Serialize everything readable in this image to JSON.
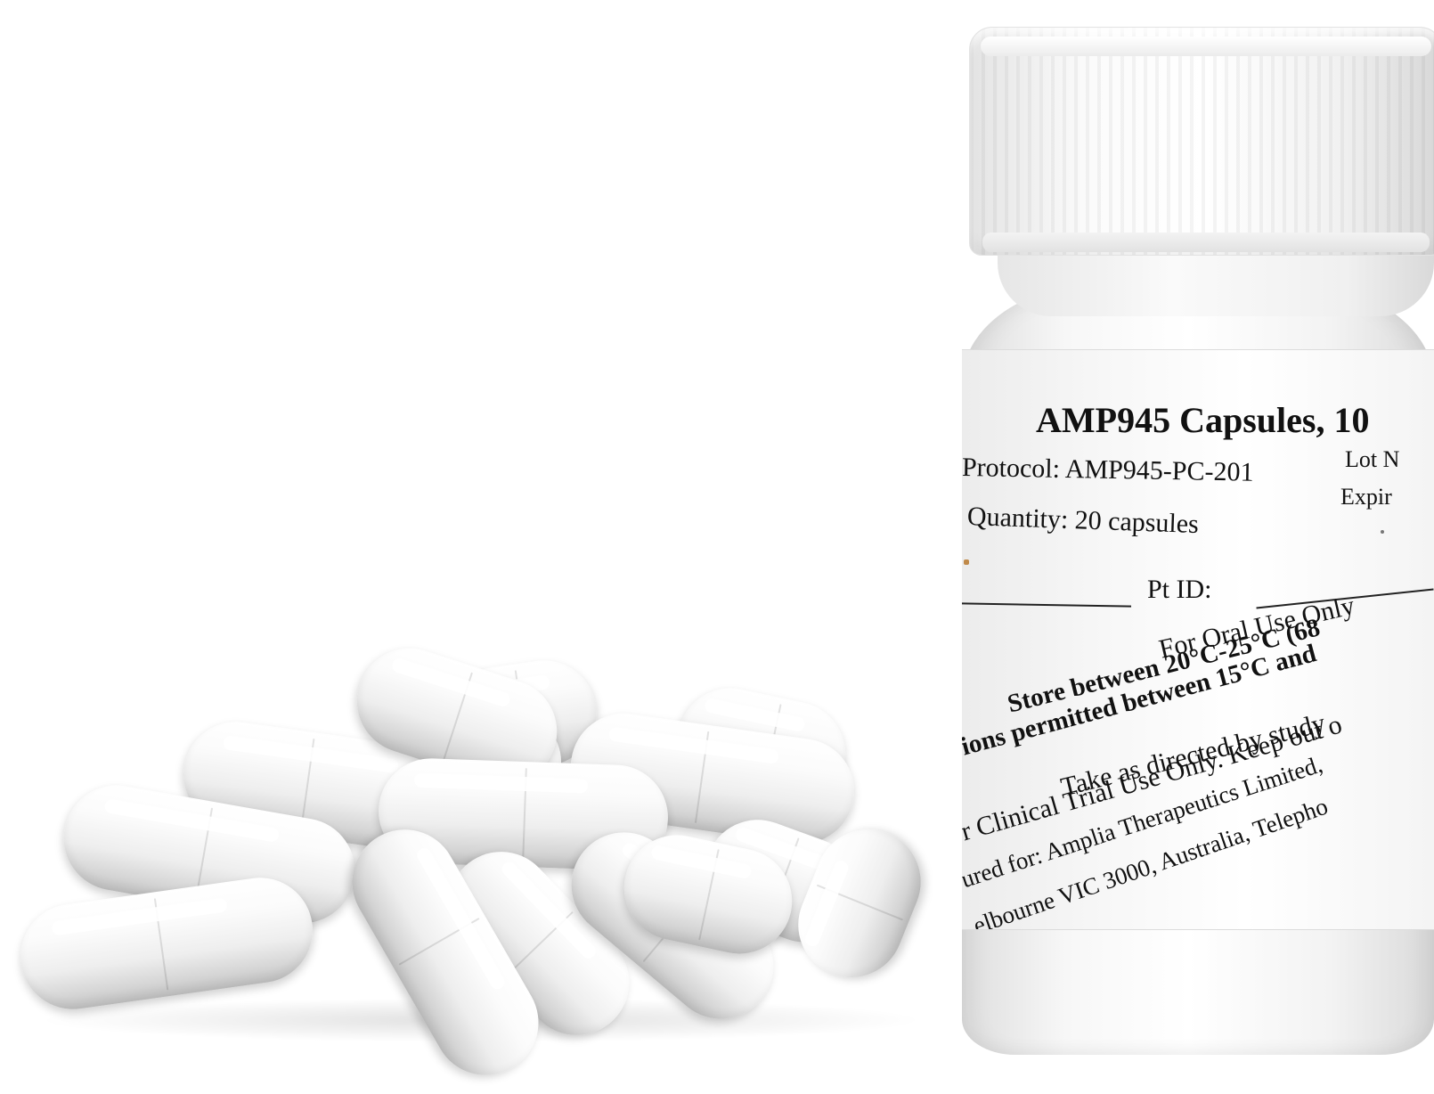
{
  "label": {
    "title": "AMP945 Capsules, 10",
    "protocol": "Protocol: AMP945-PC-201",
    "lot": "Lot N",
    "quantity": "Quantity: 20 capsules",
    "expiry": "Expir",
    "pt_id": "Pt ID:",
    "oral_use": "For Oral Use Only",
    "store": "Store between 20°C-25°C (68",
    "excursion": "ions permitted between 15°C and",
    "take": "Take as directed by study",
    "clinical": "r Clinical Trial Use Only. Keep out o",
    "manufacturer": "ured for: Amplia Therapeutics Limited,",
    "address": "elbourne VIC 3000, Australia, Telepho"
  },
  "colors": {
    "background": "#ffffff",
    "capsule": "#f2f2f2",
    "bottle": "#f4f4f4",
    "label_text": "#111111"
  }
}
